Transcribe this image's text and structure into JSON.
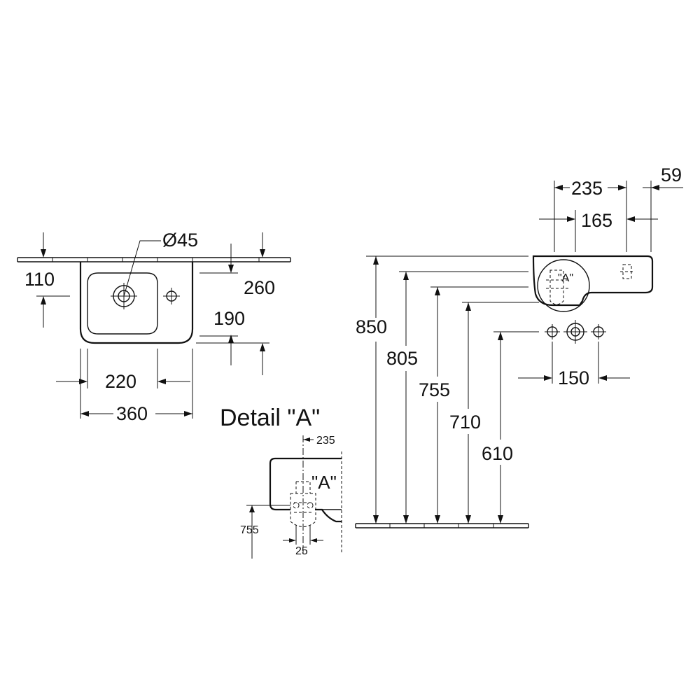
{
  "plan_view": {
    "dims": {
      "d110": "110",
      "d260": "260",
      "d190": "190",
      "d220": "220",
      "d360": "360",
      "d45": "Ø45"
    }
  },
  "side_view": {
    "dims": {
      "d235": "235",
      "d59": "59",
      "d165": "165",
      "d850": "850",
      "d805": "805",
      "d755": "755",
      "d710": "710",
      "d610": "610",
      "d150": "150"
    },
    "detail_ref": "\"A\""
  },
  "detail": {
    "title": "Detail \"A\"",
    "label": "\"A\"",
    "dims": {
      "d235": "235",
      "d755": "755",
      "d25": "25"
    }
  }
}
